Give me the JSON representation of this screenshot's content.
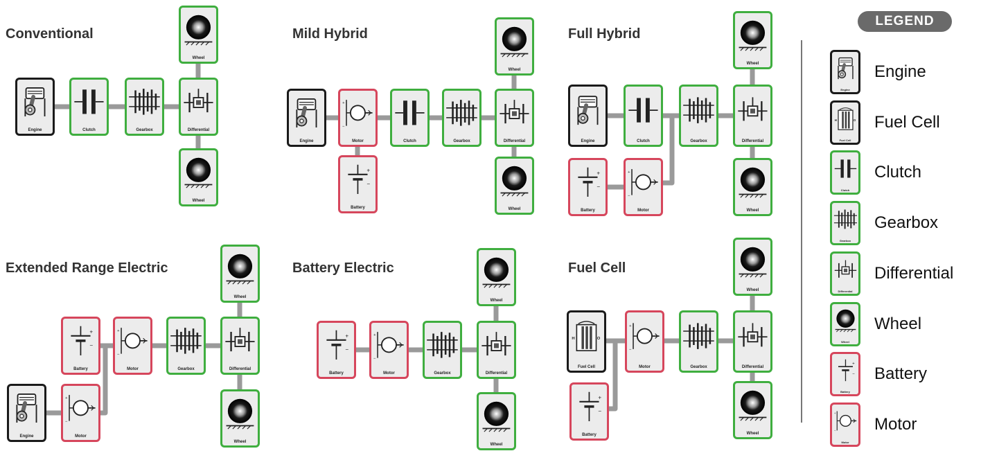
{
  "diagrams": [
    {
      "title": "Conventional"
    },
    {
      "title": "Mild Hybrid"
    },
    {
      "title": "Full Hybrid"
    },
    {
      "title": "Extended Range Electric"
    },
    {
      "title": "Battery Electric"
    },
    {
      "title": "Fuel Cell"
    }
  ],
  "components": {
    "engine": {
      "label": "Engine",
      "color": "black"
    },
    "fuelcell": {
      "label": "Fuel Cell",
      "color": "black"
    },
    "clutch": {
      "label": "Clutch",
      "color": "green"
    },
    "gearbox": {
      "label": "Gearbox",
      "color": "green"
    },
    "differential": {
      "label": "Differential",
      "color": "green"
    },
    "wheel": {
      "label": "Wheel",
      "color": "green"
    },
    "battery": {
      "label": "Battery",
      "color": "red"
    },
    "motor": {
      "label": "Motor",
      "color": "red"
    }
  },
  "colors": {
    "green": "#3fae3f",
    "red": "#d6465c",
    "black": "#1a1a1a",
    "link": "#9a9a9a"
  },
  "legend": {
    "title": "LEGEND",
    "items": [
      {
        "type": "engine",
        "label": "Engine"
      },
      {
        "type": "fuelcell",
        "label": "Fuel Cell"
      },
      {
        "type": "clutch",
        "label": "Clutch"
      },
      {
        "type": "gearbox",
        "label": "Gearbox"
      },
      {
        "type": "differential",
        "label": "Differential"
      },
      {
        "type": "wheel",
        "label": "Wheel"
      },
      {
        "type": "battery",
        "label": "Battery"
      },
      {
        "type": "motor",
        "label": "Motor"
      }
    ]
  }
}
